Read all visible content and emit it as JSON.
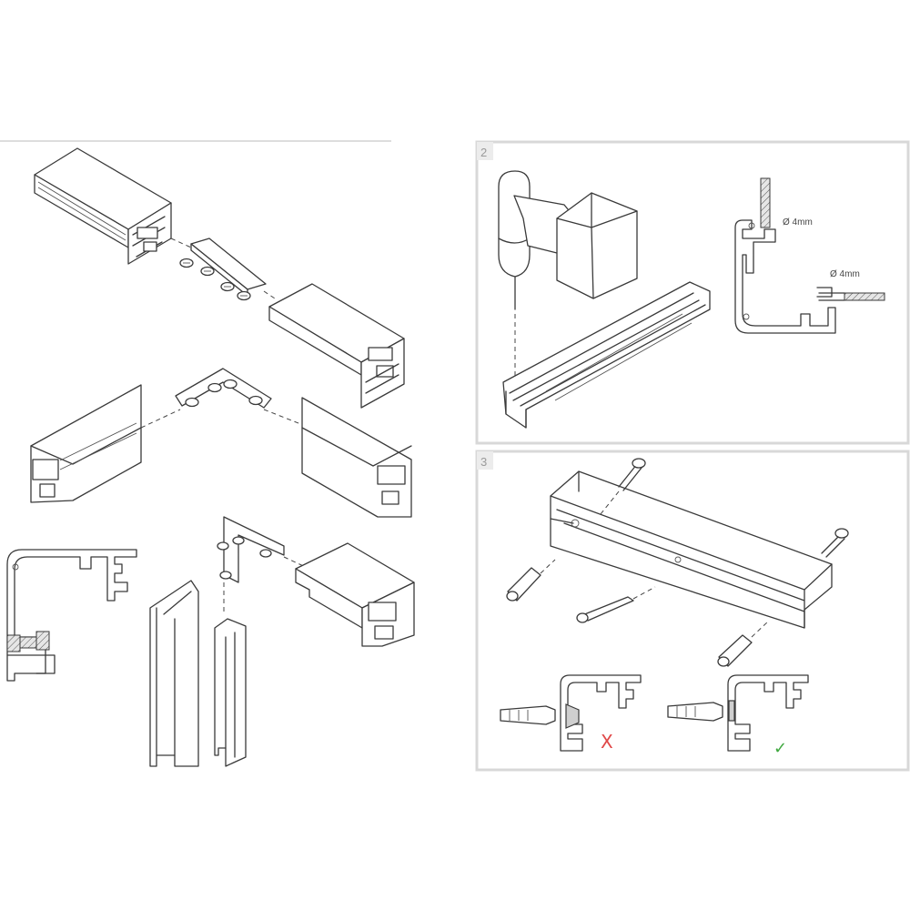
{
  "panels": {
    "step2": {
      "number": "2",
      "label_vertical_drill": "Ø 4mm",
      "label_horizontal_drill": "Ø 4mm"
    },
    "step3": {
      "number": "3",
      "wrong_mark": "X",
      "right_mark": "✓"
    }
  },
  "colors": {
    "frame_border": "#d8d8d8",
    "line": "#3a3a3a",
    "wrong_mark": "#e04848",
    "right_mark": "#3fa83f"
  },
  "icons": [
    "drill-icon",
    "screw-icon",
    "wall-plug-icon",
    "allen-key-icon",
    "cross-mark-icon",
    "check-mark-icon"
  ]
}
